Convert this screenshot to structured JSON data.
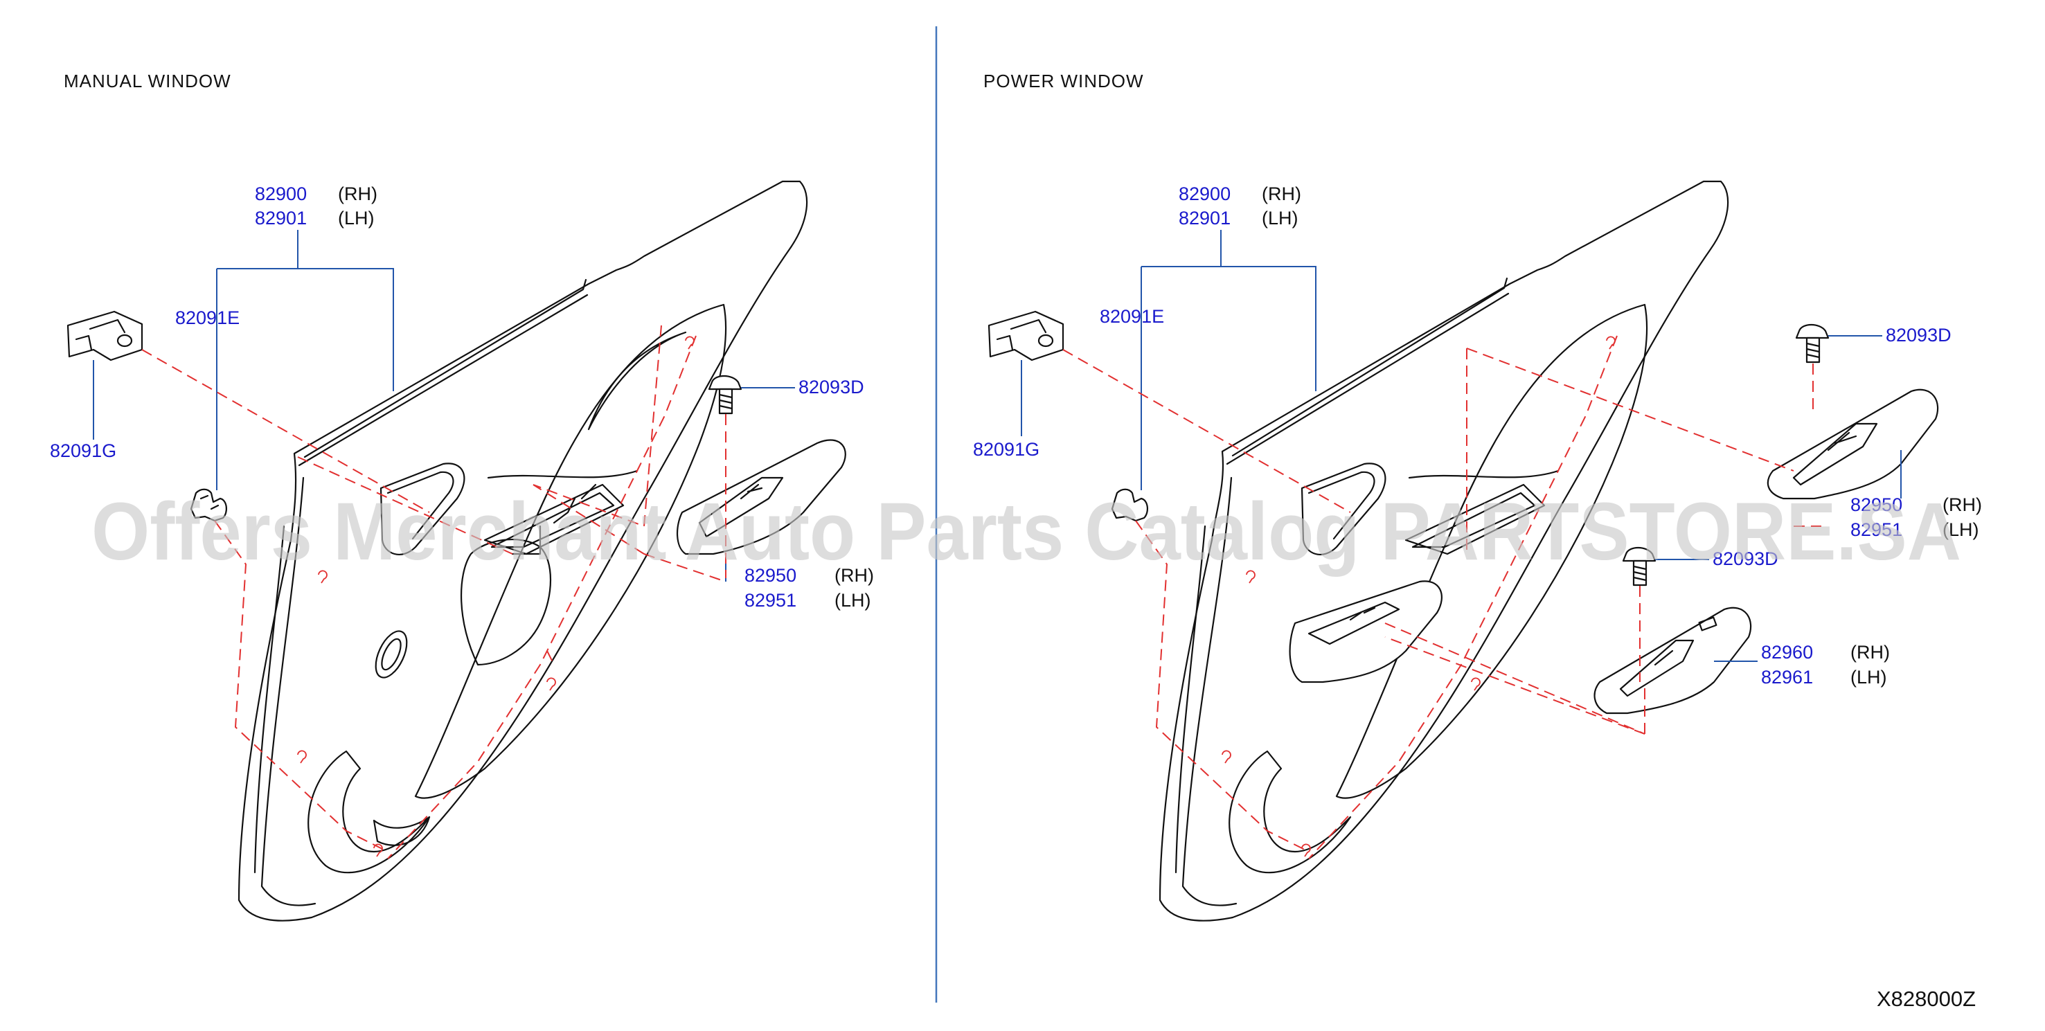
{
  "diagram": {
    "sections": [
      {
        "title": "MANUAL   WINDOW",
        "parts": {
          "trim_main": "82900",
          "trim_main_side": "(RH)",
          "trim_alt": "82901",
          "trim_alt_side": "(LH)",
          "clip_e": "82091E",
          "clip_g": "82091G",
          "screw_d": "82093D",
          "finisher_a": "82950",
          "finisher_a_side": "(RH)",
          "finisher_b": "82951",
          "finisher_b_side": "(LH)"
        }
      },
      {
        "title": "POWER   WINDOW",
        "parts": {
          "trim_main": "82900",
          "trim_main_side": "(RH)",
          "trim_alt": "82901",
          "trim_alt_side": "(LH)",
          "clip_e": "82091E",
          "clip_g": "82091G",
          "screw_d_upper": "82093D",
          "screw_d_lower": "82093D",
          "finisher_a": "82950",
          "finisher_a_side": "(RH)",
          "finisher_b": "82951",
          "finisher_b_side": "(LH)",
          "switch_a": "82960",
          "switch_a_side": "(RH)",
          "switch_b": "82961",
          "switch_b_side": "(LH)"
        }
      }
    ],
    "reference_code": "X828000Z",
    "watermark": "Offers Merchant Auto Parts Catalog PARTSTORE.SA",
    "colors": {
      "part_number": "#1a1acc",
      "leader_line": "#2255aa",
      "dashed_line": "#e23030",
      "outline": "#111111",
      "watermark": "#c8c8c8"
    }
  }
}
